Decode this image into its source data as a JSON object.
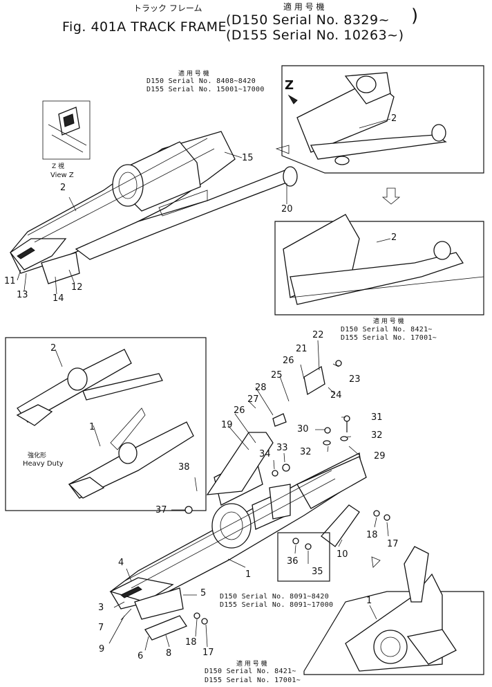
{
  "header": {
    "jp_title": "トラック フレーム",
    "fig_title": "Fig. 401A TRACK FRAME",
    "applicable_jp": "適 用 号 機",
    "serial_d150": "(D150 Serial No. 8329~",
    "serial_d155": "(D155 Serial No. 10263~)",
    "paren_close": ")"
  },
  "notes": {
    "top_jp": "適 用 号 機",
    "top_d150": "D150   Serial No. 8408~8420",
    "top_d155": "D155   Serial No. 15001~17000",
    "mid_jp": "適 用 号 機",
    "mid_d150": "D150   Serial No. 8421~",
    "mid_d155": "D155   Serial No. 17001~",
    "low_d150": "D150   Serial No. 8091~8420",
    "low_d155": "D155   Serial No. 8091~17000",
    "bot_jp": "適 用 号 機",
    "bot_d150": "D150   Serial No. 8421~",
    "bot_d155": "D155   Serial No. 17001~",
    "view_z_jp": "Z  視",
    "view_z": "View Z",
    "z_letter": "Z",
    "heavy_jp": "強化形",
    "heavy": "Heavy Duty"
  },
  "callouts": [
    {
      "id": "c15",
      "text": "15"
    },
    {
      "id": "c2a",
      "text": "2"
    },
    {
      "id": "c20",
      "text": "20"
    },
    {
      "id": "c11",
      "text": "11"
    },
    {
      "id": "c13",
      "text": "13"
    },
    {
      "id": "c14",
      "text": "14"
    },
    {
      "id": "c12",
      "text": "12"
    },
    {
      "id": "c2b",
      "text": "2"
    },
    {
      "id": "c2c",
      "text": "2"
    },
    {
      "id": "c2d",
      "text": "2"
    },
    {
      "id": "c1a",
      "text": "1"
    },
    {
      "id": "c22",
      "text": "22"
    },
    {
      "id": "c21",
      "text": "21"
    },
    {
      "id": "c26a",
      "text": "26"
    },
    {
      "id": "c23",
      "text": "23"
    },
    {
      "id": "c25",
      "text": "25"
    },
    {
      "id": "c24",
      "text": "24"
    },
    {
      "id": "c28",
      "text": "28"
    },
    {
      "id": "c27",
      "text": "27"
    },
    {
      "id": "c26b",
      "text": "26"
    },
    {
      "id": "c19",
      "text": "19"
    },
    {
      "id": "c31",
      "text": "31"
    },
    {
      "id": "c30",
      "text": "30"
    },
    {
      "id": "c32a",
      "text": "32"
    },
    {
      "id": "c33",
      "text": "33"
    },
    {
      "id": "c34",
      "text": "34"
    },
    {
      "id": "c32b",
      "text": "32"
    },
    {
      "id": "c29",
      "text": "29"
    },
    {
      "id": "c38",
      "text": "38"
    },
    {
      "id": "c37",
      "text": "37"
    },
    {
      "id": "c18a",
      "text": "18"
    },
    {
      "id": "c17a",
      "text": "17"
    },
    {
      "id": "c10",
      "text": "10"
    },
    {
      "id": "c36",
      "text": "36"
    },
    {
      "id": "c35",
      "text": "35"
    },
    {
      "id": "c4",
      "text": "4"
    },
    {
      "id": "c1b",
      "text": "1"
    },
    {
      "id": "c5",
      "text": "5"
    },
    {
      "id": "c3",
      "text": "3"
    },
    {
      "id": "c7",
      "text": "7"
    },
    {
      "id": "c9",
      "text": "9"
    },
    {
      "id": "c6",
      "text": "6"
    },
    {
      "id": "c8",
      "text": "8"
    },
    {
      "id": "c18b",
      "text": "18"
    },
    {
      "id": "c17b",
      "text": "17"
    },
    {
      "id": "c1c",
      "text": "1"
    }
  ]
}
